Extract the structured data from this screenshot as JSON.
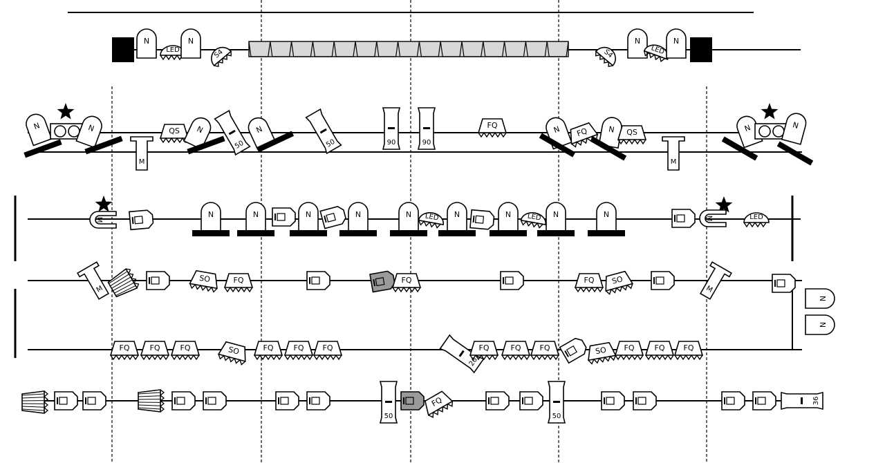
{
  "diagram": {
    "colors": {
      "stroke": "#000000",
      "fill": "#ffffff",
      "block": "#000000",
      "strip_fill": "#d8d8d8",
      "dark_part": "#9a9a9a"
    },
    "strip_segments": 15,
    "rows": [
      {
        "id": "row-1",
        "parts": [
          {
            "kind": "block",
            "name": "end-block-left"
          },
          {
            "kind": "bulb",
            "label": "N",
            "name": "bulb-n-1"
          },
          {
            "kind": "led",
            "label": "LED",
            "name": "led-1"
          },
          {
            "kind": "bulb",
            "label": "N",
            "name": "bulb-n-2"
          },
          {
            "kind": "dome",
            "label": "S4",
            "name": "switch-s4-1"
          },
          {
            "kind": "strip",
            "name": "segment-strip"
          },
          {
            "kind": "dome",
            "label": "S4",
            "name": "switch-s4-2"
          },
          {
            "kind": "bulb",
            "label": "N",
            "name": "bulb-n-3"
          },
          {
            "kind": "led",
            "label": "LED",
            "name": "led-2"
          },
          {
            "kind": "bulb",
            "label": "N",
            "name": "bulb-n-4"
          },
          {
            "kind": "block",
            "name": "end-block-right"
          }
        ]
      },
      {
        "id": "row-2",
        "parts": [
          {
            "kind": "bulb",
            "label": "N",
            "name": "bulb-n-5"
          },
          {
            "kind": "star",
            "name": "star-marker-1"
          },
          {
            "kind": "lens-pair",
            "name": "double-lens-1"
          },
          {
            "kind": "bulb",
            "label": "N",
            "name": "bulb-n-6"
          },
          {
            "kind": "bracket",
            "label": "M",
            "name": "bracket-m-1"
          },
          {
            "kind": "hex-cap",
            "label": "QS",
            "name": "cap-qs-1"
          },
          {
            "kind": "bulb",
            "label": "N",
            "name": "bulb-n-7"
          },
          {
            "kind": "tube",
            "label": "50",
            "name": "tube-50-1"
          },
          {
            "kind": "bulb",
            "label": "N",
            "name": "bulb-n-8"
          },
          {
            "kind": "tube",
            "label": "50",
            "name": "tube-50-2"
          },
          {
            "kind": "tube",
            "label": "90",
            "name": "tube-90-1"
          },
          {
            "kind": "tube",
            "label": "90",
            "name": "tube-90-2"
          },
          {
            "kind": "hex-cap",
            "label": "FQ",
            "name": "cap-fq-1"
          },
          {
            "kind": "bulb",
            "label": "N",
            "name": "bulb-n-9"
          },
          {
            "kind": "hex-cap",
            "label": "FQ",
            "name": "cap-fq-2"
          },
          {
            "kind": "bulb",
            "label": "N",
            "name": "bulb-n-10"
          },
          {
            "kind": "hex-cap",
            "label": "QS",
            "name": "cap-qs-2"
          },
          {
            "kind": "bracket",
            "label": "M",
            "name": "bracket-m-2"
          },
          {
            "kind": "bulb",
            "label": "N",
            "name": "bulb-n-11"
          },
          {
            "kind": "star",
            "name": "star-marker-2"
          },
          {
            "kind": "lens-pair",
            "name": "double-lens-2"
          },
          {
            "kind": "bulb",
            "label": "N",
            "name": "bulb-n-12"
          }
        ]
      },
      {
        "id": "row-3",
        "parts": [
          {
            "kind": "hook",
            "label": "M",
            "name": "hook-m-1"
          },
          {
            "kind": "star",
            "name": "star-marker-3"
          },
          {
            "kind": "socket",
            "name": "socket-1"
          },
          {
            "kind": "bulb",
            "label": "N",
            "name": "bulb-n-13"
          },
          {
            "kind": "bulb",
            "label": "N",
            "name": "bulb-n-14"
          },
          {
            "kind": "socket",
            "name": "socket-2"
          },
          {
            "kind": "bulb",
            "label": "N",
            "name": "bulb-n-15"
          },
          {
            "kind": "socket",
            "name": "socket-3"
          },
          {
            "kind": "bulb",
            "label": "N",
            "name": "bulb-n-16"
          },
          {
            "kind": "bulb",
            "label": "N",
            "name": "bulb-n-17"
          },
          {
            "kind": "led",
            "label": "LED",
            "name": "led-3"
          },
          {
            "kind": "bulb",
            "label": "N",
            "name": "bulb-n-18"
          },
          {
            "kind": "socket",
            "name": "socket-4"
          },
          {
            "kind": "bulb",
            "label": "N",
            "name": "bulb-n-19"
          },
          {
            "kind": "led",
            "label": "LED",
            "name": "led-4"
          },
          {
            "kind": "bulb",
            "label": "N",
            "name": "bulb-n-20"
          },
          {
            "kind": "bulb",
            "label": "N",
            "name": "bulb-n-21"
          },
          {
            "kind": "socket",
            "name": "socket-5"
          },
          {
            "kind": "star",
            "name": "star-marker-4"
          },
          {
            "kind": "hook",
            "label": "M",
            "name": "hook-m-2"
          },
          {
            "kind": "led",
            "label": "LED",
            "name": "led-5"
          }
        ]
      },
      {
        "id": "row-4",
        "parts": [
          {
            "kind": "bracket",
            "label": "M",
            "name": "bracket-m-3"
          },
          {
            "kind": "cone",
            "name": "cone-1"
          },
          {
            "kind": "socket",
            "name": "socket-6"
          },
          {
            "kind": "hex-cap",
            "label": "SO",
            "name": "cap-so-1"
          },
          {
            "kind": "hex-cap",
            "label": "FQ",
            "name": "cap-fq-3"
          },
          {
            "kind": "socket",
            "name": "socket-7"
          },
          {
            "kind": "socket",
            "name": "socket-8-dark"
          },
          {
            "kind": "hex-cap",
            "label": "FQ",
            "name": "cap-fq-4"
          },
          {
            "kind": "socket",
            "name": "socket-9"
          },
          {
            "kind": "hex-cap",
            "label": "FQ",
            "name": "cap-fq-5"
          },
          {
            "kind": "hex-cap",
            "label": "SO",
            "name": "cap-so-2"
          },
          {
            "kind": "socket",
            "name": "socket-10"
          },
          {
            "kind": "bracket",
            "label": "M",
            "name": "bracket-m-4"
          },
          {
            "kind": "socket",
            "name": "socket-11"
          },
          {
            "kind": "bulb",
            "label": "N",
            "name": "bulb-n-22"
          },
          {
            "kind": "bulb",
            "label": "N",
            "name": "bulb-n-23"
          }
        ]
      },
      {
        "id": "row-5",
        "parts": [
          {
            "kind": "hex-cap",
            "label": "FQ",
            "name": "cap-fq-6"
          },
          {
            "kind": "hex-cap",
            "label": "FQ",
            "name": "cap-fq-7"
          },
          {
            "kind": "hex-cap",
            "label": "FQ",
            "name": "cap-fq-8"
          },
          {
            "kind": "hex-cap",
            "label": "SO",
            "name": "cap-so-3"
          },
          {
            "kind": "hex-cap",
            "label": "FQ",
            "name": "cap-fq-9"
          },
          {
            "kind": "hex-cap",
            "label": "FQ",
            "name": "cap-fq-10"
          },
          {
            "kind": "hex-cap",
            "label": "FQ",
            "name": "cap-fq-11"
          },
          {
            "kind": "tube",
            "label": "26",
            "name": "tube-26-1"
          },
          {
            "kind": "hex-cap",
            "label": "FQ",
            "name": "cap-fq-12"
          },
          {
            "kind": "hex-cap",
            "label": "FQ",
            "name": "cap-fq-13"
          },
          {
            "kind": "hex-cap",
            "label": "FQ",
            "name": "cap-fq-14"
          },
          {
            "kind": "socket",
            "name": "socket-12"
          },
          {
            "kind": "hex-cap",
            "label": "SO",
            "name": "cap-so-4"
          },
          {
            "kind": "hex-cap",
            "label": "FQ",
            "name": "cap-fq-15"
          },
          {
            "kind": "hex-cap",
            "label": "FQ",
            "name": "cap-fq-16"
          },
          {
            "kind": "hex-cap",
            "label": "FQ",
            "name": "cap-fq-17"
          }
        ]
      },
      {
        "id": "row-6",
        "parts": [
          {
            "kind": "cone",
            "name": "cone-2"
          },
          {
            "kind": "socket",
            "name": "socket-13"
          },
          {
            "kind": "socket",
            "name": "socket-14"
          },
          {
            "kind": "cone",
            "name": "cone-3"
          },
          {
            "kind": "socket",
            "name": "socket-15"
          },
          {
            "kind": "socket",
            "name": "socket-16"
          },
          {
            "kind": "socket",
            "name": "socket-17"
          },
          {
            "kind": "socket",
            "name": "socket-18"
          },
          {
            "kind": "tube",
            "label": "50",
            "name": "tube-50-3"
          },
          {
            "kind": "socket",
            "name": "socket-19-dark"
          },
          {
            "kind": "hex-cap",
            "label": "FQ",
            "name": "cap-fq-18"
          },
          {
            "kind": "socket",
            "name": "socket-20"
          },
          {
            "kind": "socket",
            "name": "socket-21"
          },
          {
            "kind": "tube",
            "label": "50",
            "name": "tube-50-4"
          },
          {
            "kind": "socket",
            "name": "socket-22"
          },
          {
            "kind": "socket",
            "name": "socket-23"
          },
          {
            "kind": "socket",
            "name": "socket-24"
          },
          {
            "kind": "socket",
            "name": "socket-25"
          },
          {
            "kind": "tube",
            "label": "36",
            "name": "tube-36-1"
          }
        ]
      }
    ]
  }
}
